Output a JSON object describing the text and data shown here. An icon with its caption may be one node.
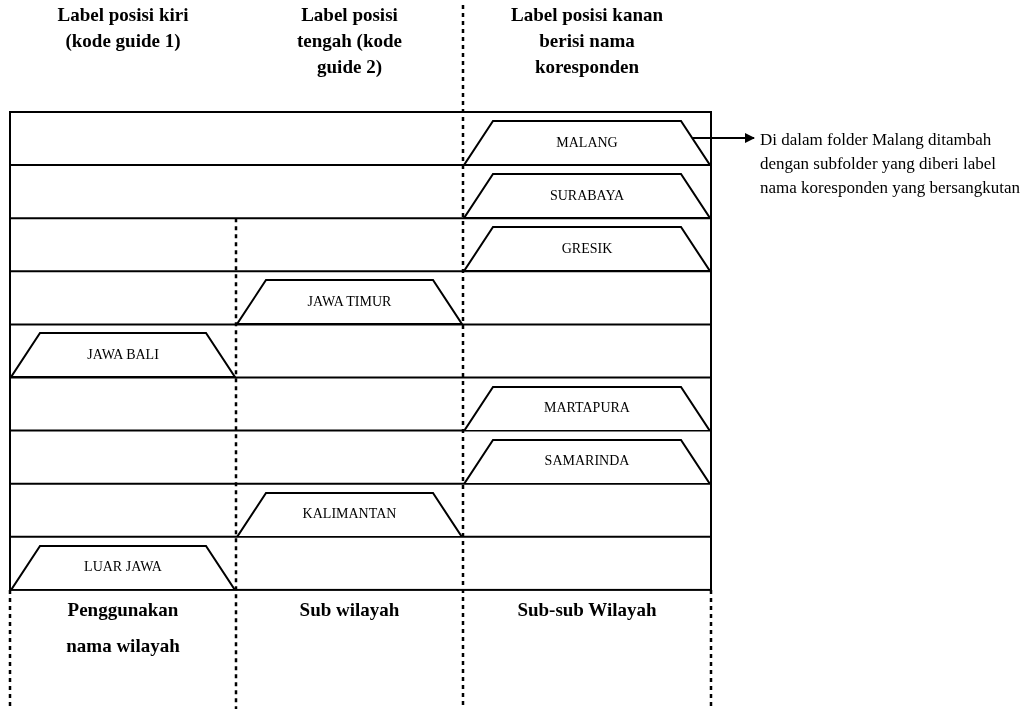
{
  "diagram": {
    "nodes": [
      {
        "text": [
          "MALANG"
        ]
      },
      {
        "text": [
          "SURABAYA"
        ]
      },
      {
        "text": [
          "GRESIK"
        ]
      },
      {
        "text": [
          "JAWA TIMUR"
        ]
      },
      {
        "text": [
          "JAWA BALI"
        ]
      },
      {
        "text": [
          "MARTAPURA"
        ]
      },
      {
        "text": [
          "SAMARINDA"
        ]
      },
      {
        "text": [
          "KALIMANTAN"
        ]
      },
      {
        "text": [
          "LUAR JAWA"
        ]
      },
      {
        "text": [
          "Di dalam folder Malang ditambah dengan subfolder yang diberi label nama koresponden yang bersangkutan"
        ]
      }
    ],
    "edges": [
      {
        "from": 0,
        "to": 9,
        "arrow": "to"
      }
    ],
    "labels": [
      "Label posisi kiri (kode guide 1)",
      "Label posisi tengah (kode guide 2)",
      "Label posisi kanan berisi nama koresponden",
      "Penggunakan nama wilayah",
      "Sub wilayah",
      "Sub-sub Wilayah"
    ]
  }
}
